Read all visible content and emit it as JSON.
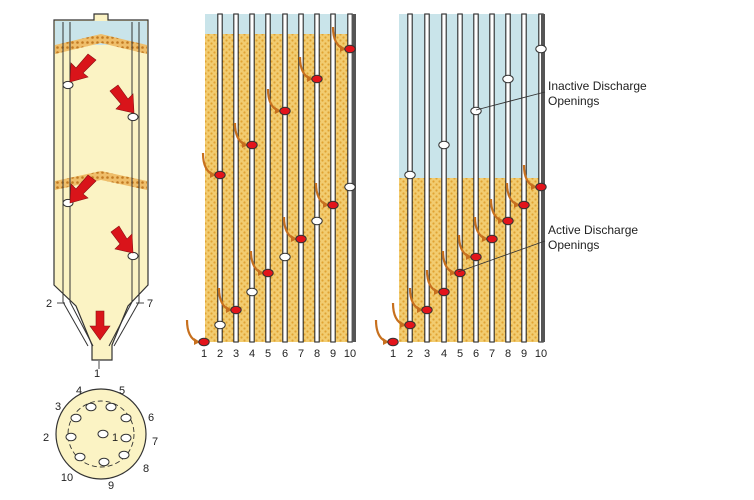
{
  "colors": {
    "sky": "#c9e4ea",
    "grain": "#f2cc70",
    "grain_dot": "#d9951f",
    "silo_fill": "#fbf3c4",
    "outline": "#333333",
    "active": "#e3141b",
    "inactive": "#ffffff",
    "arrow_red": "#d9141a",
    "arrow_orange": "#c7701e"
  },
  "silo": {
    "labels": {
      "left": "2",
      "right": "7",
      "bottom": "1"
    }
  },
  "cross_section": {
    "labels": [
      "1",
      "2",
      "3",
      "4",
      "5",
      "6",
      "7",
      "8",
      "9",
      "10"
    ]
  },
  "panel_a": {
    "tube_labels": [
      "1",
      "2",
      "3",
      "4",
      "5",
      "6",
      "7",
      "8",
      "9",
      "10"
    ]
  },
  "panel_b": {
    "tube_labels": [
      "1",
      "2",
      "3",
      "4",
      "5",
      "6",
      "7",
      "8",
      "9",
      "10"
    ],
    "annotations": {
      "inactive_1": "Inactive Discharge",
      "inactive_2": "Openings",
      "active_1": "Active Discharge",
      "active_2": "Openings"
    }
  }
}
